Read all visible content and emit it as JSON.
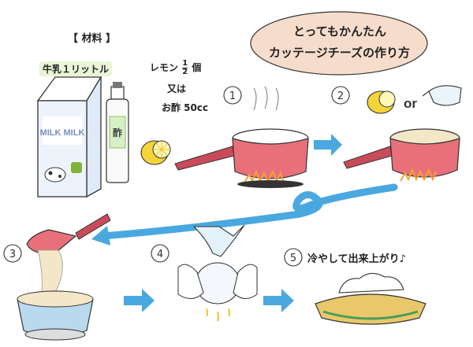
{
  "title": {
    "line1": "とってもかんたん",
    "line2": "カッテージチーズの作り方"
  },
  "ingredients": {
    "heading": "【 材料 】",
    "milk": "牛乳１リットル",
    "lemon_prefix": "レモン",
    "lemon_fraction_num": "1",
    "lemon_fraction_den": "2",
    "lemon_suffix": "個",
    "or_text": "又は",
    "vinegar": "お酢 50cc",
    "carton_text": "MILK MILK",
    "bottle_label": "酢"
  },
  "steps": [
    {
      "number": "1"
    },
    {
      "number": "2",
      "or_label": "or"
    },
    {
      "number": "3"
    },
    {
      "number": "4"
    },
    {
      "number": "5",
      "text": "冷やして出来上がり♪"
    }
  ],
  "colors": {
    "pot": "#e8707a",
    "pot_dark": "#c94b5a",
    "arrow": "#4aa8e0",
    "flame": "#f2a23a",
    "lemon": "#f5d43a",
    "bubble": "#f6dccb",
    "highlight": "#eaf5d7"
  }
}
